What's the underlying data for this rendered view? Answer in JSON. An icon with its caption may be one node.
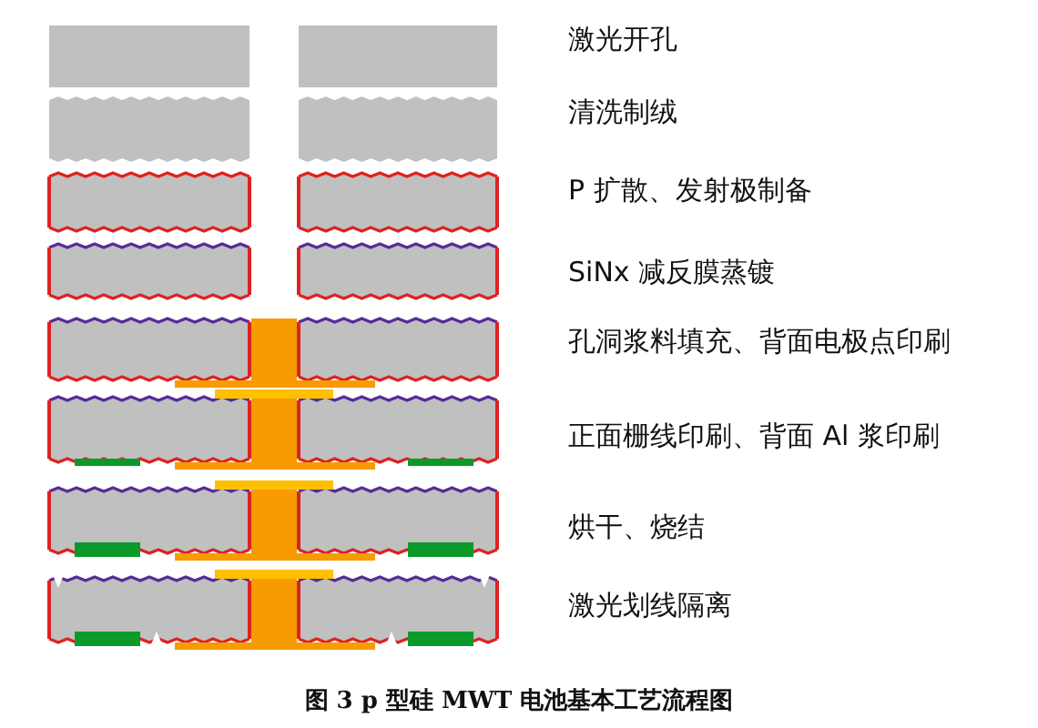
{
  "diagram": {
    "caption": "图 3 p 型硅 MWT 电池基本工艺流程图",
    "labels": [
      "激光开孔",
      "清洗制绒",
      "P 扩散、发射极制备",
      "SiNx 减反膜蒸镀",
      "孔洞浆料填充、背面电极点印刷",
      "正面栅线印刷、背面 Al 浆印刷",
      "烘干、烧结",
      "激光划线隔离"
    ]
  }
}
